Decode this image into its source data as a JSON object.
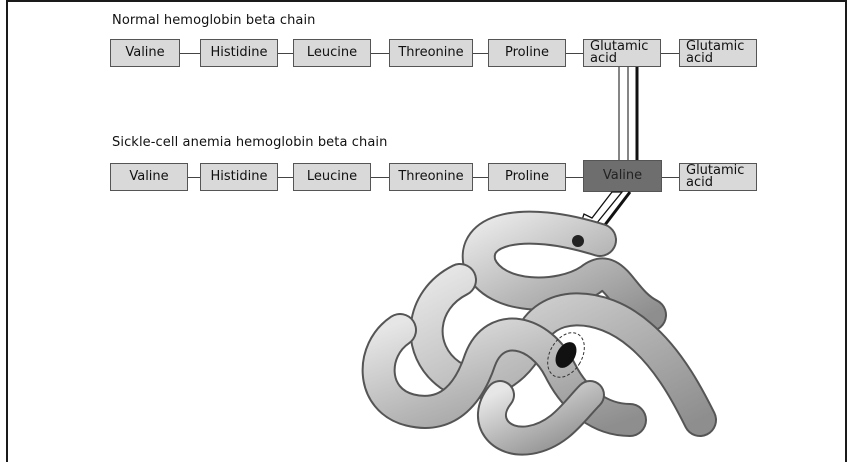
{
  "normal": {
    "title": "Normal hemoglobin beta chain",
    "residues": [
      "Valine",
      "Histidine",
      "Leucine",
      "Threonine",
      "Proline",
      "Glutamic acid",
      "Glutamic acid"
    ]
  },
  "sickle": {
    "title": "Sickle-cell anemia hemoglobin beta chain",
    "residues": [
      "Valine",
      "Histidine",
      "Leucine",
      "Threonine",
      "Proline",
      "Valine",
      "Glutamic acid"
    ],
    "mutated_index": 5
  },
  "colors": {
    "box": "#d9d9d9",
    "mutant_box": "#6e6e6e",
    "protein": "#bdbdbd"
  }
}
